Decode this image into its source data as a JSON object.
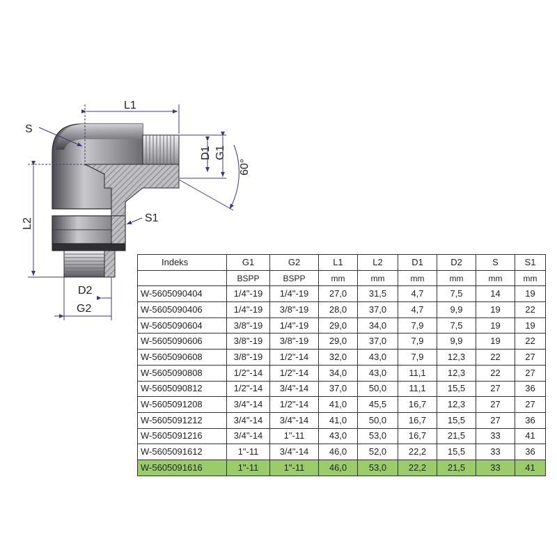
{
  "drawing": {
    "labels": {
      "l1": "L1",
      "l2": "L2",
      "s": "S",
      "s1": "S1",
      "d1": "D1",
      "g1": "G1",
      "d2": "D2",
      "g2": "G2",
      "angle": "60°"
    },
    "colors": {
      "body_metal": "#8e8e92",
      "body_shadow": "#4d4d52",
      "section_hatch": "#6a6a70",
      "dimension_line": "#3a3a78",
      "highlight_row": "#9bcc6b"
    }
  },
  "table": {
    "headers": [
      "Indeks",
      "G1",
      "G2",
      "L1",
      "L2",
      "D1",
      "D2",
      "S",
      "S1"
    ],
    "units": [
      "",
      "BSPP",
      "BSPP",
      "mm",
      "mm",
      "mm",
      "mm",
      "mm",
      "mm"
    ],
    "rows": [
      [
        "W-5605090404",
        "1/4\"-19",
        "1/4\"-19",
        "27,0",
        "31,5",
        "4,7",
        "7,5",
        "14",
        "19"
      ],
      [
        "W-5605090406",
        "1/4\"-19",
        "3/8\"-19",
        "28,0",
        "37,0",
        "4,7",
        "9,9",
        "19",
        "22"
      ],
      [
        "W-5605090604",
        "3/8\"-19",
        "1/4\"-19",
        "29,0",
        "34,0",
        "7,9",
        "7,5",
        "19",
        "19"
      ],
      [
        "W-5605090606",
        "3/8\"-19",
        "3/8\"-19",
        "29,0",
        "37,0",
        "7,9",
        "9,9",
        "19",
        "22"
      ],
      [
        "W-5605090608",
        "3/8\"-19",
        "1/2\"-14",
        "32,0",
        "43,0",
        "7,9",
        "12,3",
        "22",
        "27"
      ],
      [
        "W-5605090808",
        "1/2\"-14",
        "1/2\"-14",
        "34,0",
        "43,0",
        "11,1",
        "12,3",
        "22",
        "27"
      ],
      [
        "W-5605090812",
        "1/2\"-14",
        "3/4\"-14",
        "37,0",
        "50,0",
        "11,1",
        "15,5",
        "27",
        "36"
      ],
      [
        "W-5605091208",
        "3/4\"-14",
        "1/2\"-14",
        "41,0",
        "45,5",
        "16,7",
        "12,3",
        "27",
        "27"
      ],
      [
        "W-5605091212",
        "3/4\"-14",
        "3/4\"-14",
        "41,0",
        "50,0",
        "16,7",
        "15,5",
        "27",
        "36"
      ],
      [
        "W-5605091216",
        "3/4\"-14",
        "1\"-11",
        "43,0",
        "53,0",
        "16,7",
        "21,5",
        "33",
        "41"
      ],
      [
        "W-5605091612",
        "1\"-11",
        "3/4\"-14",
        "46,0",
        "52,0",
        "22,2",
        "15,5",
        "33",
        "36"
      ],
      [
        "W-5605091616",
        "1\"-11",
        "1\"-11",
        "46,0",
        "53,0",
        "22,2",
        "21,5",
        "33",
        "41"
      ]
    ],
    "highlighted_row_index": 11
  }
}
